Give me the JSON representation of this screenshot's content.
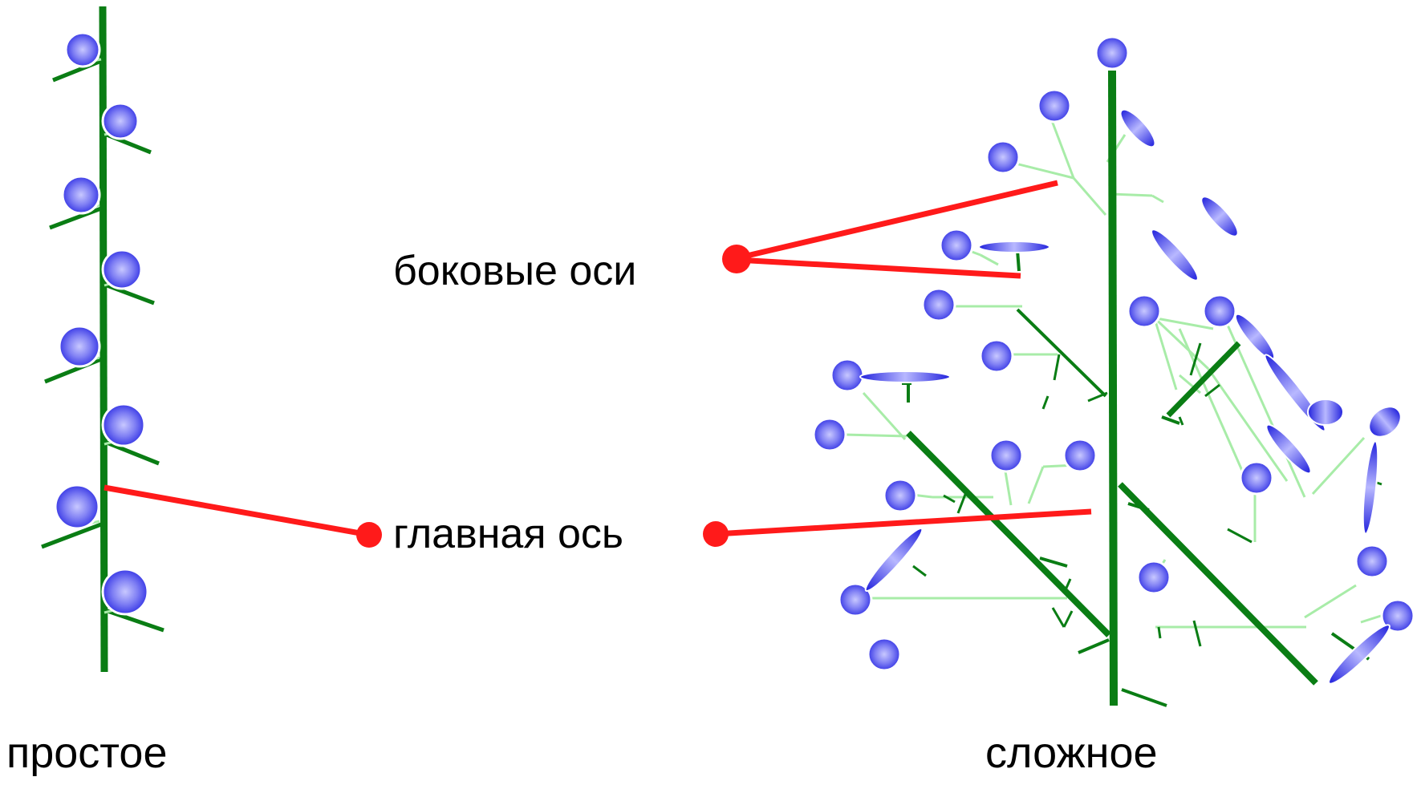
{
  "labels": {
    "lateral_axes": "боковые оси",
    "main_axis": "главная ось",
    "simple": "простое",
    "compound": "сложное"
  },
  "colors": {
    "stem": "#0a7d14",
    "branch_light": "#a8eca8",
    "flower": "#7b7bf2",
    "pointer": "#ff1a1a"
  }
}
